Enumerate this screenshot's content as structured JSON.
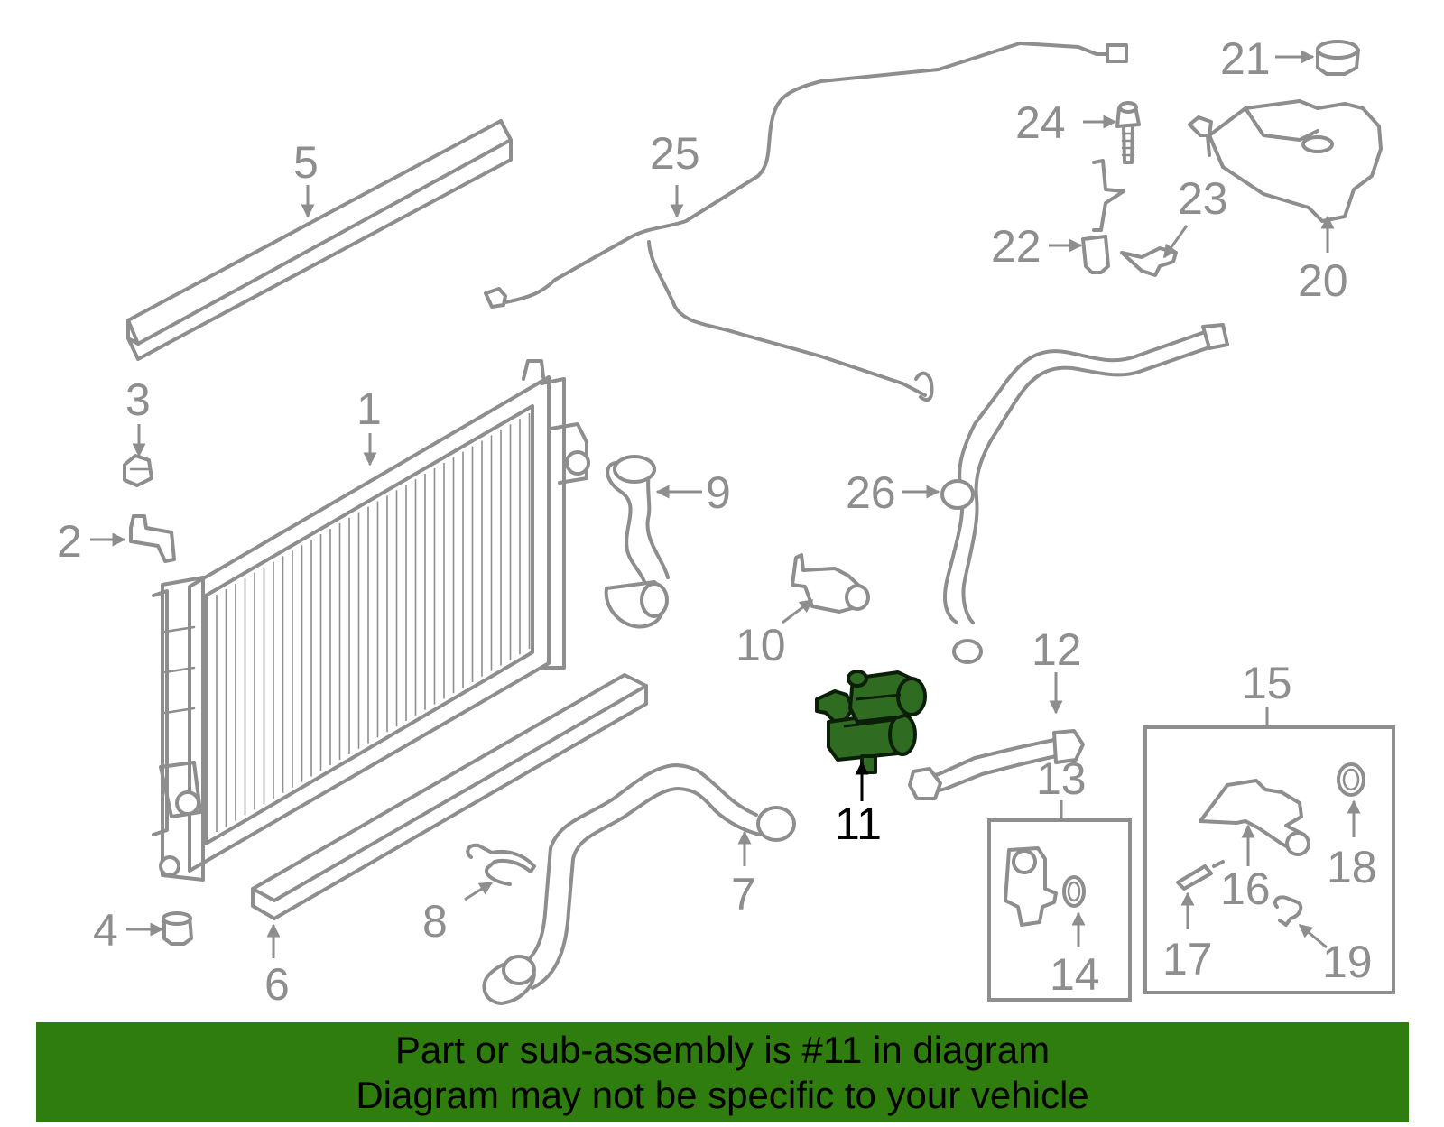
{
  "colors": {
    "line_art": "#8e8e8e",
    "highlight_fill": "#2f6b20",
    "banner_background": "#2e7d0e",
    "banner_text": "#000000"
  },
  "callouts": {
    "c1": "1",
    "c2": "2",
    "c3": "3",
    "c4": "4",
    "c5": "5",
    "c6": "6",
    "c7": "7",
    "c8": "8",
    "c9": "9",
    "c10": "10",
    "c11": "11",
    "c12": "12",
    "c13": "13",
    "c14": "14",
    "c15": "15",
    "c16": "16",
    "c17": "17",
    "c18": "18",
    "c19": "19",
    "c20": "20",
    "c21": "21",
    "c22": "22",
    "c23": "23",
    "c24": "24",
    "c25": "25",
    "c26": "26"
  },
  "highlighted_part": "11",
  "banner": {
    "line1": "Part or sub-assembly is #11 in diagram",
    "line2": "Diagram may not be specific to your vehicle"
  }
}
